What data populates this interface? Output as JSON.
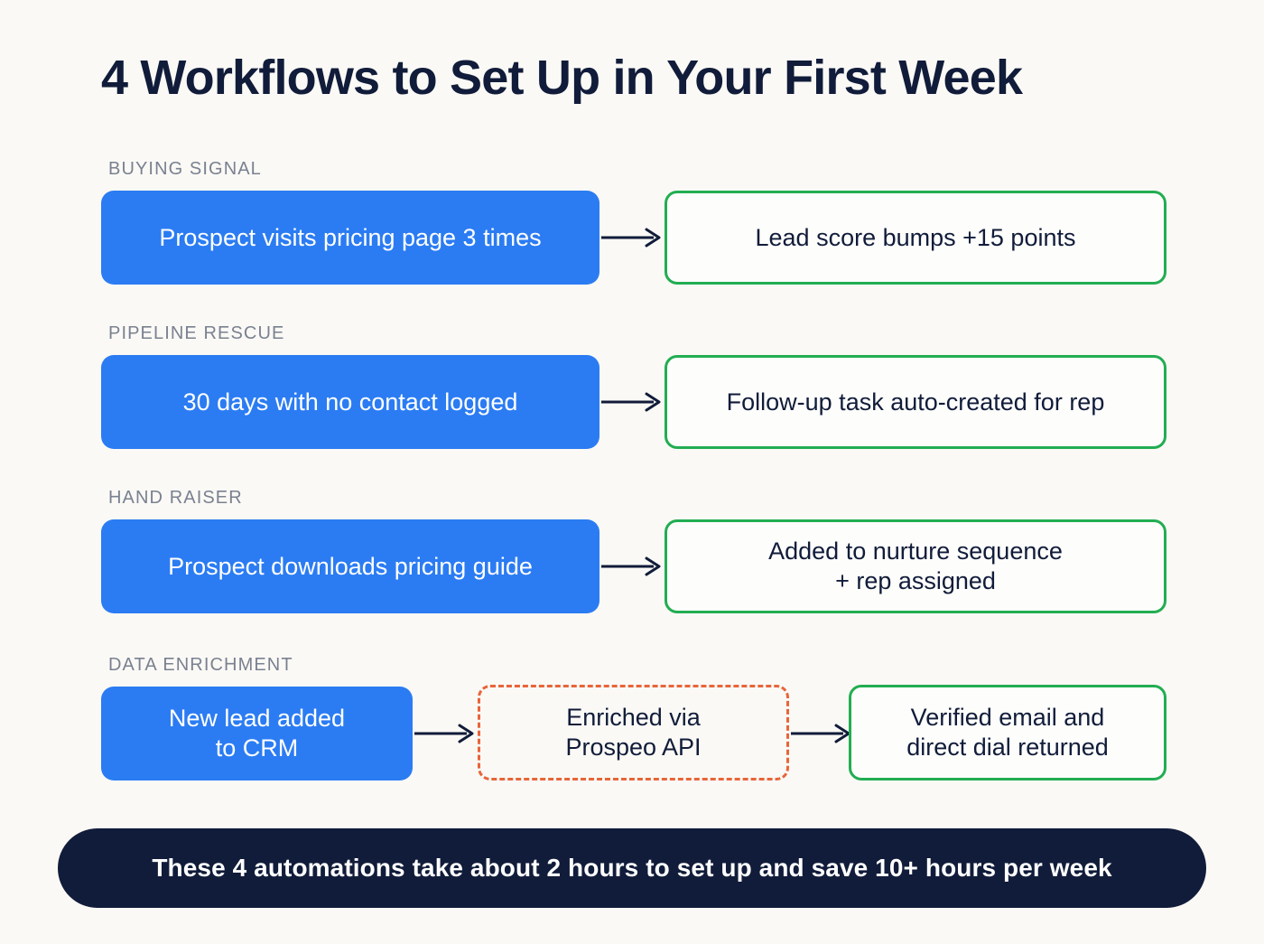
{
  "title": "4 Workflows to Set Up in Your First Week",
  "colors": {
    "background": "#faf9f5",
    "title": "#111c3a",
    "label": "#7a8190",
    "trigger_blue": "#2b7cf3",
    "outcome_green": "#22ad52",
    "step_orange": "#e8653a",
    "arrow": "#111c3a",
    "banner": "#111c3a"
  },
  "rows": [
    {
      "label": "BUYING SIGNAL",
      "trigger": "Prospect visits pricing page 3 times",
      "outcome": "Lead score bumps +15 points",
      "step": null
    },
    {
      "label": "PIPELINE RESCUE",
      "trigger": "30 days with no contact logged",
      "outcome": "Follow-up task auto-created for rep",
      "step": null
    },
    {
      "label": "HAND RAISER",
      "trigger": "Prospect downloads pricing guide",
      "outcome_line1": "Added to nurture sequence",
      "outcome_line2": "+ rep assigned",
      "step": null
    },
    {
      "label": "DATA ENRICHMENT",
      "trigger_line1": "New lead added",
      "trigger_line2": "to CRM",
      "step_line1": "Enriched via",
      "step_line2": "Prospeo API",
      "outcome_line1": "Verified email and",
      "outcome_line2": "direct dial returned"
    }
  ],
  "footer": {
    "text": "These 4 automations take about 2 hours to set up and save 10+ hours per week"
  }
}
